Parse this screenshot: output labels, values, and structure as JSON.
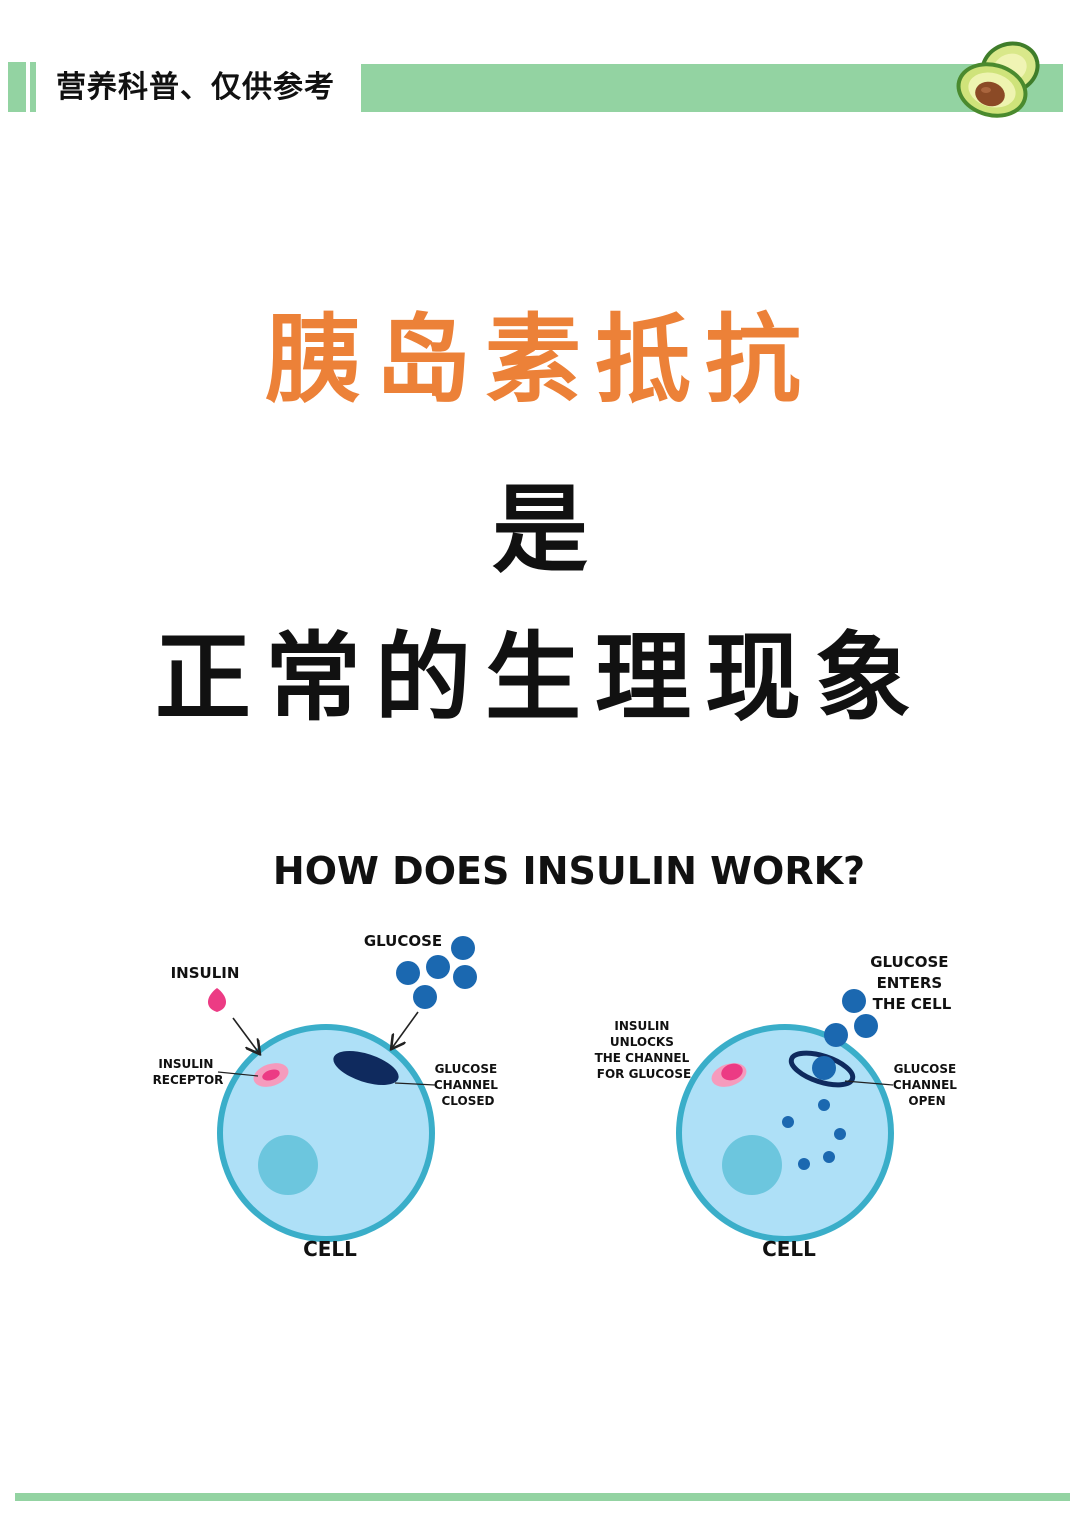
{
  "header": {
    "label": "营养科普、仅供参考",
    "accent_color": "#93d3a2",
    "icon": "avocado-icon"
  },
  "title": {
    "line1": "胰岛素抵抗",
    "line2": "是",
    "line3": "正常的生理现象",
    "line1_color": "#ec8138"
  },
  "diagram": {
    "heading": "HOW DOES INSULIN WORK?",
    "left": {
      "insulin": "INSULIN",
      "glucose": "GLUCOSE",
      "receptor": [
        "INSULIN",
        "RECEPTOR"
      ],
      "channel": [
        "GLUCOSE",
        "CHANNEL",
        "CLOSED"
      ],
      "cell": "CELL"
    },
    "right": {
      "glucose_enters": [
        "GLUCOSE",
        "ENTERS",
        "THE CELL"
      ],
      "unlocks": [
        "INSULIN",
        "UNLOCKS",
        "THE CHANNEL",
        "FOR GLUCOSE"
      ],
      "channel": [
        "GLUCOSE",
        "CHANNEL",
        "OPEN"
      ],
      "cell": "CELL"
    },
    "colors": {
      "cell_fill": "#aee0f7",
      "cell_border": "#3aaec9",
      "nucleus": "#6cc6de",
      "glucose": "#1b68b0",
      "insulin": "#ec3b84",
      "receptor": "#f59bbd",
      "channel": "#0f2a5e"
    }
  }
}
